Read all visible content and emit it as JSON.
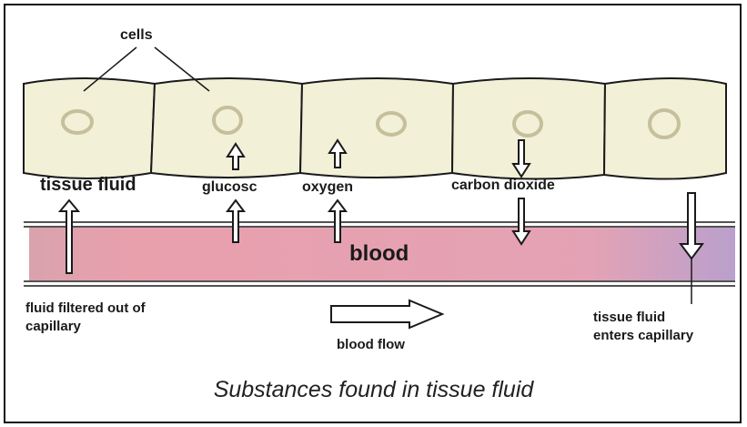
{
  "labels": {
    "cells": "cells",
    "tissue_fluid": "tissue fluid",
    "glucose": "glucosc",
    "oxygen": "oxygen",
    "carbon_dioxide": "carbon dioxide",
    "blood": "blood",
    "fluid_filtered_line1": "fluid filtered out of",
    "fluid_filtered_line2": "capillary",
    "blood_flow": "blood flow",
    "enters_line1": "tissue fluid",
    "enters_line2": "enters capillary"
  },
  "caption": "Substances found in tissue fluid",
  "colors": {
    "cell_fill": "#f3f0d8",
    "nucleus": "#c8c2a0",
    "blood_fill": "#e9a3b0",
    "blood_edge": "#b9a3c6",
    "outline": "#1a1a1a"
  }
}
